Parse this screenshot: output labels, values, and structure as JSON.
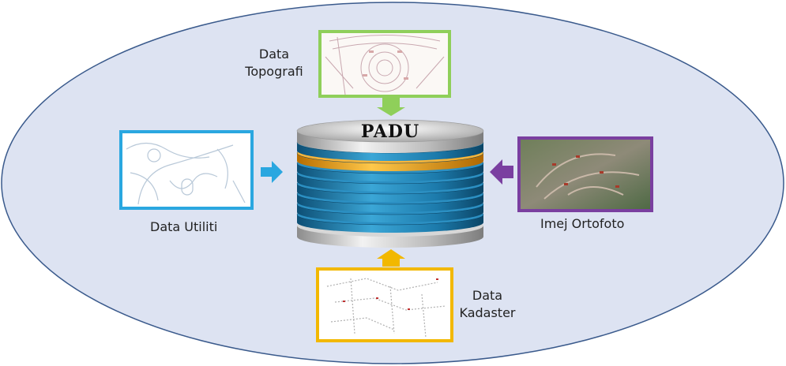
{
  "hub": {
    "title": "PADU"
  },
  "sources": {
    "topografi": {
      "line1": "Data",
      "line2": "Topografi",
      "color": "#8fcf5a"
    },
    "utiliti": {
      "label": "Data Utiliti",
      "color": "#2aa7e0"
    },
    "ortofoto": {
      "label": "Imej Ortofoto",
      "color": "#7a3fa0"
    },
    "kadaster": {
      "line1": "Data",
      "line2": "Kadaster",
      "color": "#f2b800"
    }
  },
  "colors": {
    "ellipse_fill": "#dde3f2",
    "ellipse_stroke": "#3a5a8c",
    "disk_blue": "#1f7fb0",
    "disk_orange": "#f0a020",
    "disk_silver": "#c9c9c9"
  }
}
